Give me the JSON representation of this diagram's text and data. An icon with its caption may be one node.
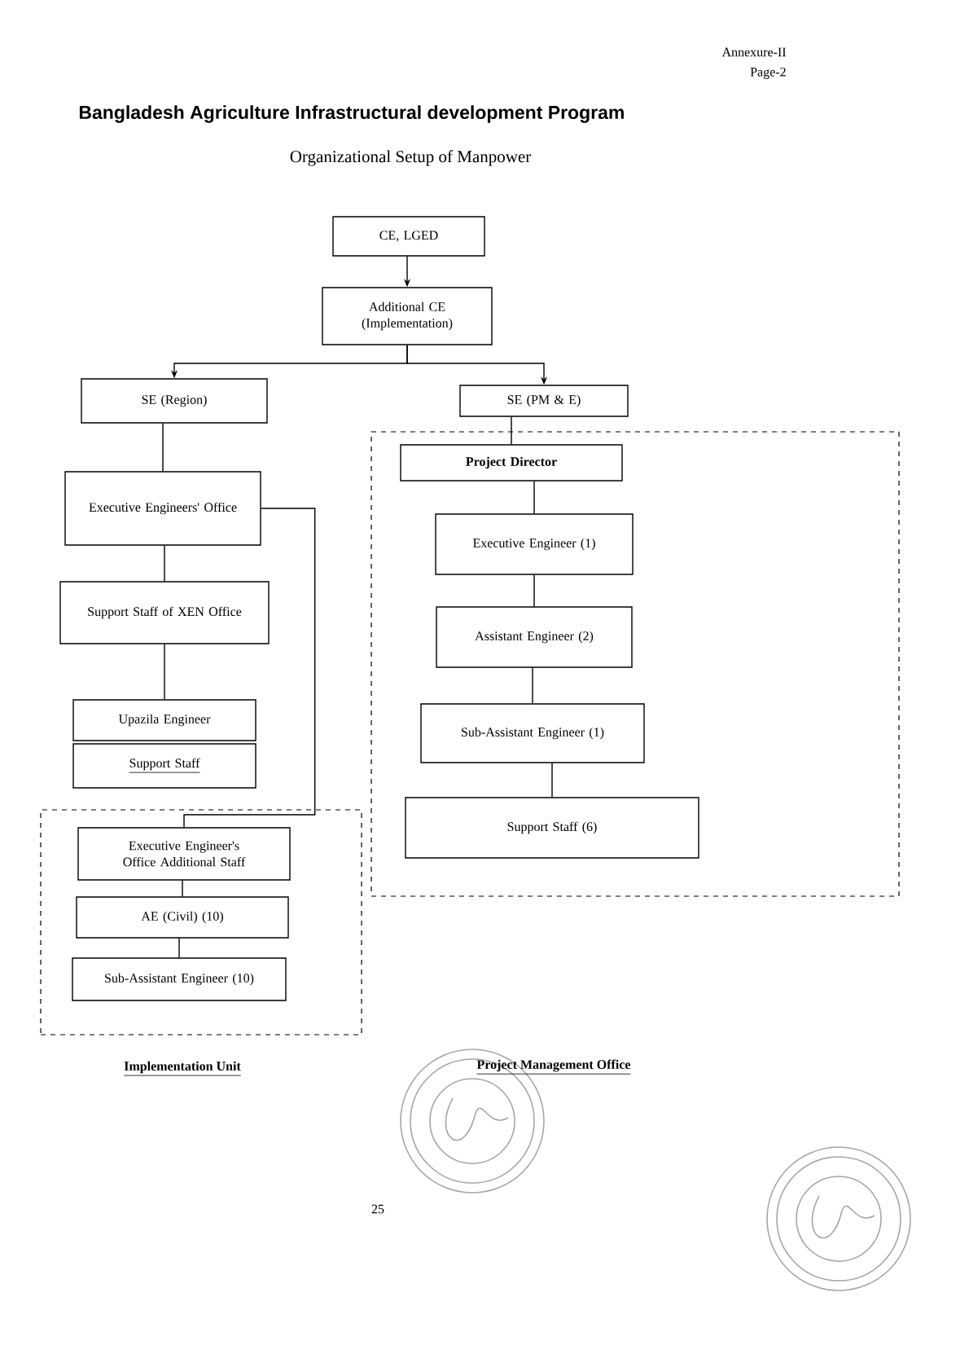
{
  "diagram": {
    "title": "Bangladesh Agriculture Infrastructural development Program",
    "nodes": [
      {
        "text": [
          "CE, LGED"
        ]
      },
      {
        "text": [
          "Additional CE (Implementation)"
        ]
      },
      {
        "text": [
          "SE (Region)"
        ]
      },
      {
        "text": [
          "SE (PM & E)"
        ]
      },
      {
        "text": [
          "Executive Engineers' Office"
        ]
      },
      {
        "text": [
          "Support Staff of XEN Office"
        ]
      },
      {
        "text": [
          "Upazila Engineer"
        ]
      },
      {
        "text": [
          "Support Staff"
        ]
      },
      {
        "text": [
          "Project Management Office"
        ]
      },
      {
        "text": [
          "Project Director"
        ],
        "in": 8
      },
      {
        "text": [
          "Executive Engineer (1)"
        ],
        "in": 8
      },
      {
        "text": [
          "Assistant Engineer (2)"
        ],
        "in": 8
      },
      {
        "text": [
          "Sub-Assistant Engineer (1)"
        ],
        "in": 8
      },
      {
        "text": [
          "Support Staff (6)"
        ],
        "in": 8
      },
      {
        "text": [
          "Implementation Unit"
        ]
      },
      {
        "text": [
          "Executive Engineer's Office Additional Staff"
        ],
        "in": 14
      },
      {
        "text": [
          "AE (Civil) (10)"
        ],
        "in": 14
      },
      {
        "text": [
          "Sub-Assistant Engineer (10)"
        ],
        "in": 14
      }
    ],
    "edges": [
      {
        "from": 0,
        "to": 1,
        "arrow": "to"
      },
      {
        "from": 1,
        "to": 2,
        "arrow": "to"
      },
      {
        "from": 1,
        "to": 3,
        "arrow": "to"
      },
      {
        "from": 2,
        "to": 4,
        "arrow": "none"
      },
      {
        "from": 4,
        "to": 5,
        "arrow": "none"
      },
      {
        "from": 5,
        "to": 6,
        "arrow": "none"
      },
      {
        "from": 4,
        "to": 15,
        "arrow": "none"
      },
      {
        "from": 3,
        "to": 9,
        "arrow": "none"
      },
      {
        "from": 9,
        "to": 10,
        "arrow": "none"
      },
      {
        "from": 10,
        "to": 11,
        "arrow": "none"
      },
      {
        "from": 11,
        "to": 12,
        "arrow": "none"
      },
      {
        "from": 12,
        "to": 13,
        "arrow": "none"
      },
      {
        "from": 15,
        "to": 16,
        "arrow": "none"
      },
      {
        "from": 16,
        "to": 17,
        "arrow": "none"
      }
    ],
    "labels": [
      "Annexure-II",
      "Page-2",
      "Organizational Setup of Manpower",
      "25"
    ]
  }
}
